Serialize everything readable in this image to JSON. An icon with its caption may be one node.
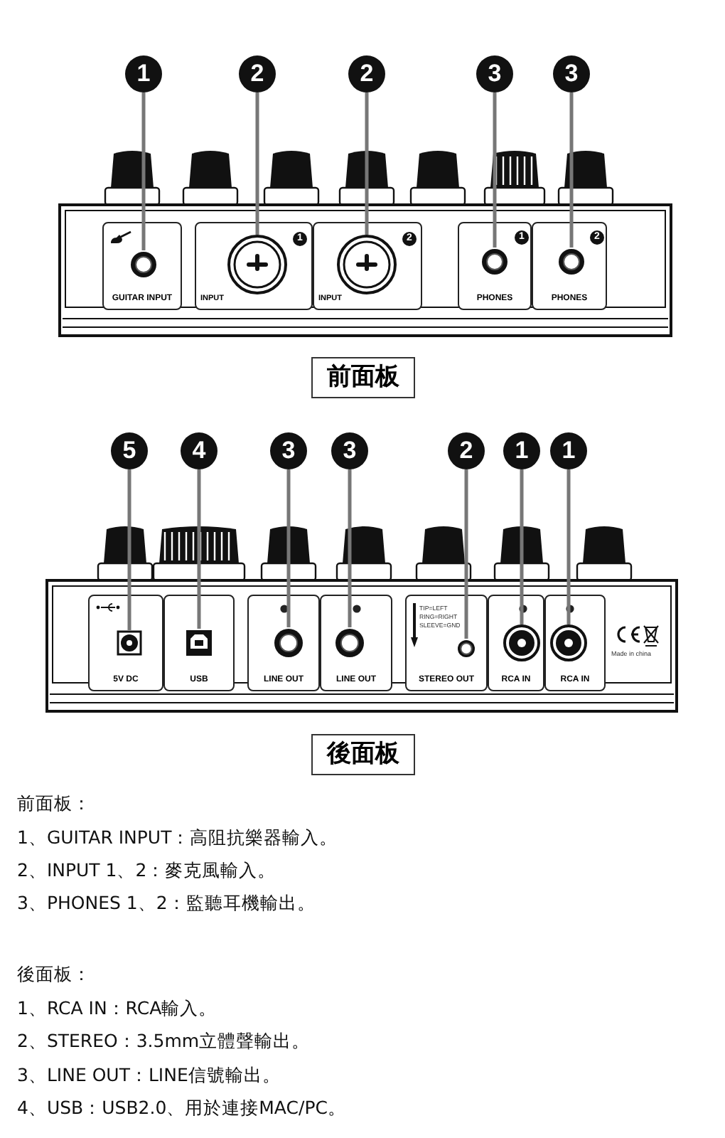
{
  "diagram": {
    "nodes": [
      {
        "text": [
          "1"
        ]
      },
      {
        "text": [
          "2"
        ]
      },
      {
        "text": [
          "2"
        ]
      },
      {
        "text": [
          "3"
        ]
      },
      {
        "text": [
          "3"
        ]
      },
      {
        "text": [
          "GUITAR INPUT"
        ]
      },
      {
        "text": [],
        "shape": "circle",
        "in": 5
      },
      {
        "text": [
          "1",
          "INPUT"
        ]
      },
      {
        "text": [],
        "shape": "circle",
        "in": 7
      },
      {
        "text": [
          "2",
          "INPUT"
        ]
      },
      {
        "text": [],
        "shape": "circle",
        "in": 9
      },
      {
        "text": [
          "PHONES",
          "1"
        ]
      },
      {
        "text": [],
        "shape": "circle",
        "in": 11
      },
      {
        "text": [
          "PHONES",
          "2"
        ]
      },
      {
        "text": [],
        "shape": "circle",
        "in": 13
      },
      {
        "text": [
          "前面板"
        ]
      },
      {
        "text": [
          "5"
        ]
      },
      {
        "text": [
          "4"
        ]
      },
      {
        "text": [
          "3"
        ]
      },
      {
        "text": [
          "3"
        ]
      },
      {
        "text": [
          "2"
        ]
      },
      {
        "text": [
          "1"
        ]
      },
      {
        "text": [
          "1"
        ]
      },
      {
        "text": [
          "5V DC"
        ]
      },
      {
        "text": [],
        "shape": "box",
        "in": 23
      },
      {
        "text": [
          "USB"
        ]
      },
      {
        "text": [],
        "shape": "box",
        "in": 25
      },
      {
        "text": [
          "LINE OUT"
        ]
      },
      {
        "text": [],
        "shape": "circle",
        "in": 27
      },
      {
        "text": [
          "LINE OUT"
        ]
      },
      {
        "text": [],
        "shape": "circle",
        "in": 29
      },
      {
        "text": [
          "TIP=LEFT",
          "RING=RIGHT",
          "SLEEVE=GND",
          "STEREO OUT"
        ]
      },
      {
        "text": [],
        "shape": "circle",
        "in": 31
      },
      {
        "text": [
          "RCA IN"
        ]
      },
      {
        "text": [],
        "shape": "circle",
        "in": 33
      },
      {
        "text": [
          "RCA IN"
        ]
      },
      {
        "text": [],
        "shape": "circle",
        "in": 35
      },
      {
        "text": [
          "後面板"
        ]
      }
    ],
    "edges": [
      {
        "from": 0,
        "to": 6,
        "arrow": "none"
      },
      {
        "from": 1,
        "to": 8,
        "arrow": "none"
      },
      {
        "from": 2,
        "to": 10,
        "arrow": "none"
      },
      {
        "from": 3,
        "to": 12,
        "arrow": "none"
      },
      {
        "from": 4,
        "to": 14,
        "arrow": "none"
      },
      {
        "from": 16,
        "to": 24,
        "arrow": "none"
      },
      {
        "from": 17,
        "to": 26,
        "arrow": "none"
      },
      {
        "from": 18,
        "to": 28,
        "arrow": "none"
      },
      {
        "from": 19,
        "to": 30,
        "arrow": "none"
      },
      {
        "from": 20,
        "to": 32,
        "arrow": "none"
      },
      {
        "from": 21,
        "to": 34,
        "arrow": "none"
      },
      {
        "from": 22,
        "to": 36,
        "arrow": "none"
      }
    ],
    "labels": [
      "Made in china",
      "前面板：",
      "1、GUITAR INPUT：高阻抗樂器輸入。",
      "2、INPUT 1、2：麥克風輸入。",
      "3、PHONES 1、2：監聽耳機輸出。",
      "後面板：",
      "1、RCA IN：RCA輸入。",
      "2、STEREO：3.5mm立體聲輸出。",
      "3、LINE OUT：LINE信號輸出。",
      "4、USB：USB2.0、用於連接MAC/PC。"
    ]
  }
}
